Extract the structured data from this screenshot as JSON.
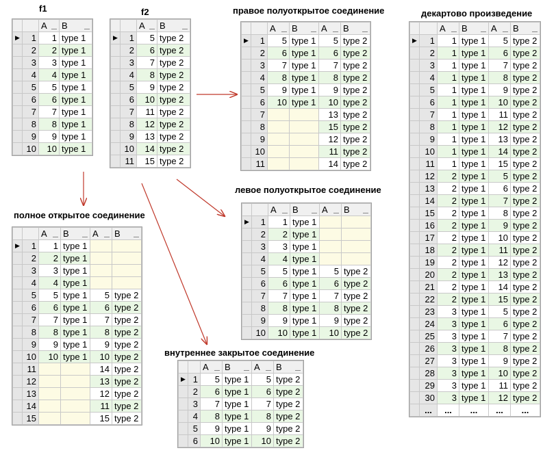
{
  "captions": {
    "f1": "f1",
    "f2": "f2",
    "right_join": "правое полуоткрытое соединение",
    "left_join": "левое полуоткрытое соединение",
    "full_join": "полное открытое соединение",
    "inner_join": "внутреннее закрытое соединение",
    "cross_join": "декартово произведение"
  },
  "colors": {
    "white": "#ffffff",
    "green": "#e9f7e4",
    "yellow": "#fdfbe4",
    "arrow": "#c0392b"
  },
  "icons": {
    "current_row": "row-pointer-icon",
    "arrows": "arrow-icon"
  },
  "tables": {
    "f1": {
      "headers": [
        "A",
        "B"
      ],
      "rows": [
        [
          "1",
          "1",
          "type 1"
        ],
        [
          "2",
          "2",
          "type 1"
        ],
        [
          "3",
          "3",
          "type 1"
        ],
        [
          "4",
          "4",
          "type 1"
        ],
        [
          "5",
          "5",
          "type 1"
        ],
        [
          "6",
          "6",
          "type 1"
        ],
        [
          "7",
          "7",
          "type 1"
        ],
        [
          "8",
          "8",
          "type 1"
        ],
        [
          "9",
          "9",
          "type 1"
        ],
        [
          "10",
          "10",
          "type 1"
        ]
      ]
    },
    "f2": {
      "headers": [
        "A",
        "B"
      ],
      "rows": [
        [
          "1",
          "5",
          "type 2"
        ],
        [
          "2",
          "6",
          "type 2"
        ],
        [
          "3",
          "7",
          "type 2"
        ],
        [
          "4",
          "8",
          "type 2"
        ],
        [
          "5",
          "9",
          "type 2"
        ],
        [
          "6",
          "10",
          "type 2"
        ],
        [
          "7",
          "11",
          "type 2"
        ],
        [
          "8",
          "12",
          "type 2"
        ],
        [
          "9",
          "13",
          "type 2"
        ],
        [
          "10",
          "14",
          "type 2"
        ],
        [
          "11",
          "15",
          "type 2"
        ]
      ]
    },
    "right_join": {
      "headers": [
        "A",
        "B",
        "A",
        "B"
      ],
      "rows": [
        [
          "1",
          "5",
          "type 1",
          "5",
          "type 2"
        ],
        [
          "2",
          "6",
          "type 1",
          "6",
          "type 2"
        ],
        [
          "3",
          "7",
          "type 1",
          "7",
          "type 2"
        ],
        [
          "4",
          "8",
          "type 1",
          "8",
          "type 2"
        ],
        [
          "5",
          "9",
          "type 1",
          "9",
          "type 2"
        ],
        [
          "6",
          "10",
          "type 1",
          "10",
          "type 2"
        ],
        [
          "7",
          "",
          "",
          "13",
          "type 2"
        ],
        [
          "8",
          "",
          "",
          "15",
          "type 2"
        ],
        [
          "9",
          "",
          "",
          "12",
          "type 2"
        ],
        [
          "10",
          "",
          "",
          "11",
          "type 2"
        ],
        [
          "11",
          "",
          "",
          "14",
          "type 2"
        ]
      ]
    },
    "left_join": {
      "headers": [
        "A",
        "B",
        "A",
        "B"
      ],
      "rows": [
        [
          "1",
          "1",
          "type 1",
          "",
          ""
        ],
        [
          "2",
          "2",
          "type 1",
          "",
          ""
        ],
        [
          "3",
          "3",
          "type 1",
          "",
          ""
        ],
        [
          "4",
          "4",
          "type 1",
          "",
          ""
        ],
        [
          "5",
          "5",
          "type 1",
          "5",
          "type 2"
        ],
        [
          "6",
          "6",
          "type 1",
          "6",
          "type 2"
        ],
        [
          "7",
          "7",
          "type 1",
          "7",
          "type 2"
        ],
        [
          "8",
          "8",
          "type 1",
          "8",
          "type 2"
        ],
        [
          "9",
          "9",
          "type 1",
          "9",
          "type 2"
        ],
        [
          "10",
          "10",
          "type 1",
          "10",
          "type 2"
        ]
      ]
    },
    "full_join": {
      "headers": [
        "A",
        "B",
        "A",
        "B"
      ],
      "rows": [
        [
          "1",
          "1",
          "type 1",
          "",
          ""
        ],
        [
          "2",
          "2",
          "type 1",
          "",
          ""
        ],
        [
          "3",
          "3",
          "type 1",
          "",
          ""
        ],
        [
          "4",
          "4",
          "type 1",
          "",
          ""
        ],
        [
          "5",
          "5",
          "type 1",
          "5",
          "type 2"
        ],
        [
          "6",
          "6",
          "type 1",
          "6",
          "type 2"
        ],
        [
          "7",
          "7",
          "type 1",
          "7",
          "type 2"
        ],
        [
          "8",
          "8",
          "type 1",
          "8",
          "type 2"
        ],
        [
          "9",
          "9",
          "type 1",
          "9",
          "type 2"
        ],
        [
          "10",
          "10",
          "type 1",
          "10",
          "type 2"
        ],
        [
          "11",
          "",
          "",
          "14",
          "type 2"
        ],
        [
          "12",
          "",
          "",
          "13",
          "type 2"
        ],
        [
          "13",
          "",
          "",
          "12",
          "type 2"
        ],
        [
          "14",
          "",
          "",
          "11",
          "type 2"
        ],
        [
          "15",
          "",
          "",
          "15",
          "type 2"
        ]
      ]
    },
    "inner_join": {
      "headers": [
        "A",
        "B",
        "A",
        "B"
      ],
      "rows": [
        [
          "1",
          "5",
          "type 1",
          "5",
          "type 2"
        ],
        [
          "2",
          "6",
          "type 1",
          "6",
          "type 2"
        ],
        [
          "3",
          "7",
          "type 1",
          "7",
          "type 2"
        ],
        [
          "4",
          "8",
          "type 1",
          "8",
          "type 2"
        ],
        [
          "5",
          "9",
          "type 1",
          "9",
          "type 2"
        ],
        [
          "6",
          "10",
          "type 1",
          "10",
          "type 2"
        ]
      ]
    },
    "cross_join": {
      "headers": [
        "A",
        "B",
        "A",
        "B"
      ],
      "rows": [
        [
          "1",
          "1",
          "type 1",
          "5",
          "type 2"
        ],
        [
          "2",
          "1",
          "type 1",
          "6",
          "type 2"
        ],
        [
          "3",
          "1",
          "type 1",
          "7",
          "type 2"
        ],
        [
          "4",
          "1",
          "type 1",
          "8",
          "type 2"
        ],
        [
          "5",
          "1",
          "type 1",
          "9",
          "type 2"
        ],
        [
          "6",
          "1",
          "type 1",
          "10",
          "type 2"
        ],
        [
          "7",
          "1",
          "type 1",
          "11",
          "type 2"
        ],
        [
          "8",
          "1",
          "type 1",
          "12",
          "type 2"
        ],
        [
          "9",
          "1",
          "type 1",
          "13",
          "type 2"
        ],
        [
          "10",
          "1",
          "type 1",
          "14",
          "type 2"
        ],
        [
          "11",
          "1",
          "type 1",
          "15",
          "type 2"
        ],
        [
          "12",
          "2",
          "type 1",
          "5",
          "type 2"
        ],
        [
          "13",
          "2",
          "type 1",
          "6",
          "type 2"
        ],
        [
          "14",
          "2",
          "type 1",
          "7",
          "type 2"
        ],
        [
          "15",
          "2",
          "type 1",
          "8",
          "type 2"
        ],
        [
          "16",
          "2",
          "type 1",
          "9",
          "type 2"
        ],
        [
          "17",
          "2",
          "type 1",
          "10",
          "type 2"
        ],
        [
          "18",
          "2",
          "type 1",
          "11",
          "type 2"
        ],
        [
          "19",
          "2",
          "type 1",
          "12",
          "type 2"
        ],
        [
          "20",
          "2",
          "type 1",
          "13",
          "type 2"
        ],
        [
          "21",
          "2",
          "type 1",
          "14",
          "type 2"
        ],
        [
          "22",
          "2",
          "type 1",
          "15",
          "type 2"
        ],
        [
          "23",
          "3",
          "type 1",
          "5",
          "type 2"
        ],
        [
          "24",
          "3",
          "type 1",
          "6",
          "type 2"
        ],
        [
          "25",
          "3",
          "type 1",
          "7",
          "type 2"
        ],
        [
          "26",
          "3",
          "type 1",
          "8",
          "type 2"
        ],
        [
          "27",
          "3",
          "type 1",
          "9",
          "type 2"
        ],
        [
          "28",
          "3",
          "type 1",
          "10",
          "type 2"
        ],
        [
          "29",
          "3",
          "type 1",
          "11",
          "type 2"
        ],
        [
          "30",
          "3",
          "type 1",
          "12",
          "type 2"
        ],
        [
          "...",
          "...",
          "...",
          "...",
          "..."
        ]
      ]
    }
  }
}
